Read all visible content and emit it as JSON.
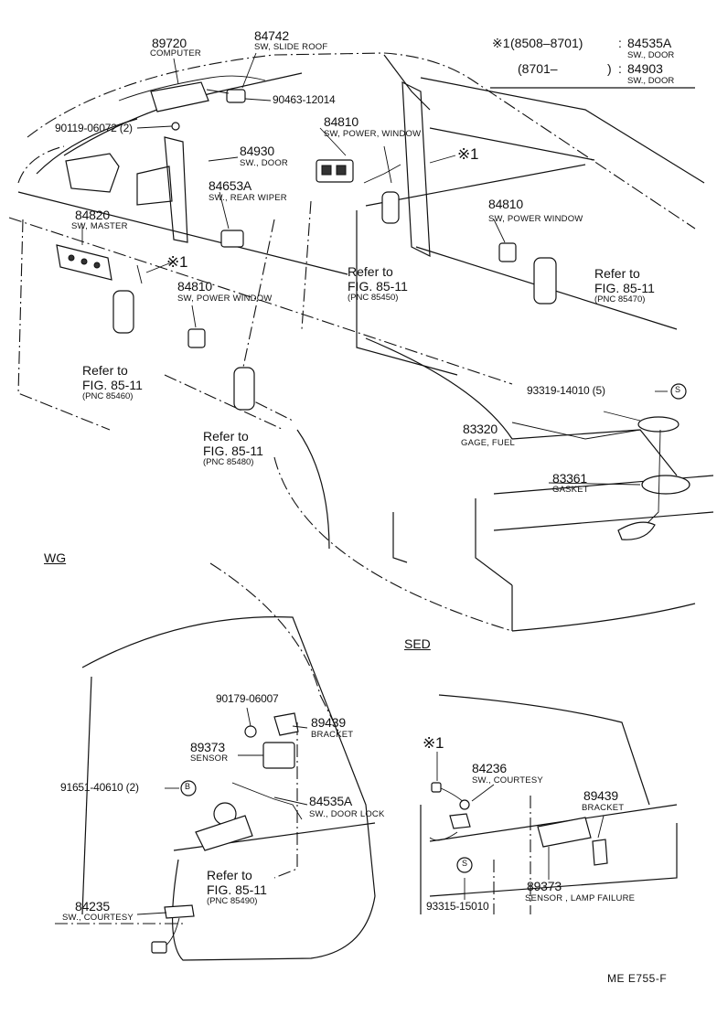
{
  "header": {
    "line1_mark": "※1",
    "line1_range": "(8508–8701)",
    "line1_colon": ":",
    "line1_pn": "84535A",
    "line1_desc": "SW., DOOR",
    "line2_range": "(8701–",
    "line2_close": ")",
    "line2_colon": ":",
    "line2_pn": "84903",
    "line2_desc": "SW., DOOR"
  },
  "sections": {
    "wg": "WG",
    "sed": "SED"
  },
  "footer_code": "ME  E755-F",
  "parts": {
    "p89720": {
      "pn": "89720",
      "desc": "COMPUTER"
    },
    "p84742": {
      "pn": "84742",
      "desc": "SW, SLIDE ROOF"
    },
    "p90463": {
      "pn": "90463-12014"
    },
    "p90119": {
      "pn": "90119-06072 (2)"
    },
    "p84810a": {
      "pn": "84810",
      "desc": "SW, POWER, WINDOW"
    },
    "p84930": {
      "pn": "84930",
      "desc": "SW., DOOR"
    },
    "p84653A": {
      "pn": "84653A",
      "desc": "SW., REAR  WIPER"
    },
    "p84820": {
      "pn": "84820",
      "desc": "SW, MASTER"
    },
    "p84810b": {
      "pn": "84810",
      "desc": "SW, POWER WINDOW"
    },
    "p84810c": {
      "pn": "84810",
      "desc": "SW, POWER WINDOW"
    },
    "p93319": {
      "pn": "93319-14010 (5)"
    },
    "p83320": {
      "pn": "83320",
      "desc": "GAGE, FUEL"
    },
    "p83361": {
      "pn": "83361",
      "desc": "GASKET"
    },
    "p90179": {
      "pn": "90179-06007"
    },
    "p89439a": {
      "pn": "89439",
      "desc": "BRACKET"
    },
    "p89373a": {
      "pn": "89373",
      "desc": "SENSOR"
    },
    "p91651": {
      "pn": "91651-40610 (2)"
    },
    "p84535A": {
      "pn": "84535A",
      "desc": "SW., DOOR  LOCK"
    },
    "p84235": {
      "pn": "84235",
      "desc": "SW., COURTESY"
    },
    "p84236": {
      "pn": "84236",
      "desc": "SW., COURTESY"
    },
    "p89439b": {
      "pn": "89439",
      "desc": "BRACKET"
    },
    "p89373b": {
      "pn": "89373",
      "desc": "SENSOR , LAMP  FAILURE"
    },
    "p93315": {
      "pn": "93315-15010"
    }
  },
  "marks": {
    "x1_a": "※1",
    "x1_b": "※1",
    "x1_c": "※1",
    "s_a": "S",
    "s_b": "S",
    "b_a": "B"
  },
  "refs": {
    "r85450": {
      "line1": "Refer to",
      "line2": "FIG. 85-11",
      "pnc": "(PNC 85450)"
    },
    "r85470": {
      "line1": "Refer to",
      "line2": "FIG. 85-11",
      "pnc": "(PNC 85470)"
    },
    "r85460": {
      "line1": "Refer to",
      "line2": "FIG. 85-11",
      "pnc": "(PNC 85460)"
    },
    "r85480": {
      "line1": "Refer to",
      "line2": "FIG. 85-11",
      "pnc": "(PNC 85480)"
    },
    "r85490": {
      "line1": "Refer to",
      "line2": "FIG. 85-11",
      "pnc": "(PNC 85490)"
    }
  }
}
